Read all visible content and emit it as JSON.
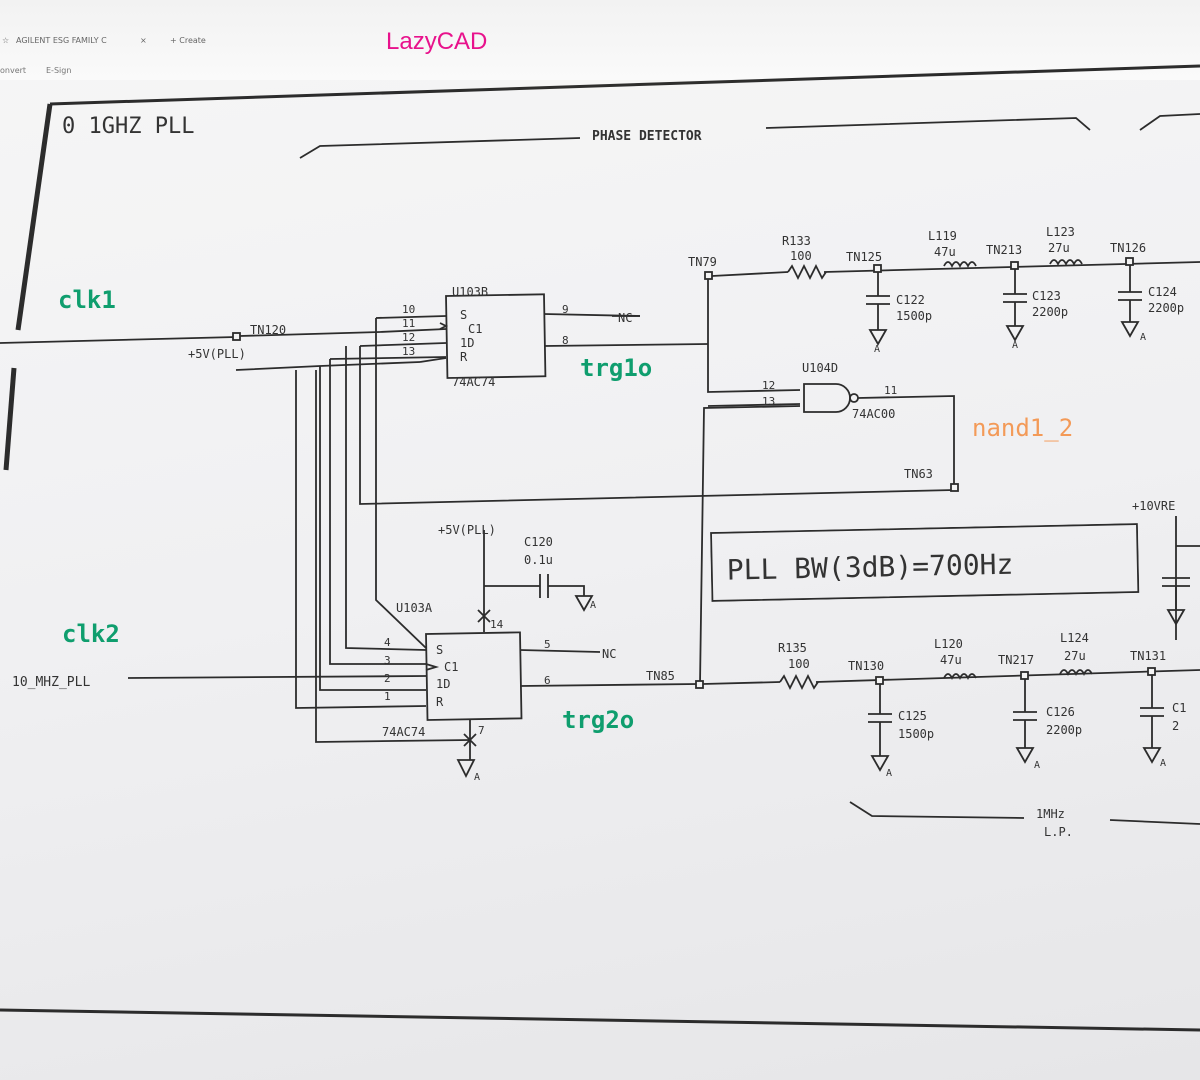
{
  "browser": {
    "tab_title": "AGILENT ESG FAMILY C",
    "tab_close": "×",
    "tab_new": "+ Create",
    "menu_items": [
      "onvert",
      "E-Sign"
    ]
  },
  "brand": "LazyCAD",
  "overlays": {
    "clk1": "clk1",
    "clk2": "clk2",
    "trg1o": "trg1o",
    "trg2o": "trg2o",
    "nand": "nand1_2"
  },
  "schematic": {
    "title": "0 1GHZ PLL",
    "phase_detector": "PHASE DETECTOR",
    "lowpass": [
      "1MHz",
      "L.P."
    ],
    "bw_note": "PLL BW(3dB)=700Hz",
    "vref": "+10VRE",
    "u103b": {
      "ref": "U103B",
      "part": "74AC74",
      "pins": [
        "10",
        "11",
        "12",
        "13",
        "9",
        "8"
      ],
      "pin_names": [
        "S",
        "C1",
        "1D",
        "R"
      ]
    },
    "u103a": {
      "ref": "U103A",
      "part": "74AC74",
      "pins": [
        "4",
        "3",
        "2",
        "1",
        "5",
        "6",
        "14",
        "7"
      ],
      "pin_names": [
        "S",
        "C1",
        "1D",
        "R"
      ]
    },
    "u104d": {
      "ref": "U104D",
      "part": "74AC00",
      "pins": [
        "12",
        "13",
        "11"
      ]
    },
    "nets": {
      "tn120": "TN120",
      "vcc": "+5V(PLL)",
      "nc": "NC",
      "tn79": "TN79",
      "tn63": "TN63",
      "tn85": "TN85",
      "ref10mhz": "10_MHZ_PLL",
      "gnd": "A"
    },
    "top_chain": {
      "r": [
        "R133",
        "100"
      ],
      "tn1": "TN125",
      "c1": [
        "C122",
        "1500p"
      ],
      "l1": [
        "L119",
        "47u"
      ],
      "tn2": "TN213",
      "c2": [
        "C123",
        "2200p"
      ],
      "l2": [
        "L123",
        "27u"
      ],
      "tn3": "TN126",
      "c3": [
        "C124",
        "2200p"
      ]
    },
    "bottom_chain": {
      "r": [
        "R135",
        "100"
      ],
      "tn1": "TN130",
      "c1": [
        "C125",
        "1500p"
      ],
      "l1": [
        "L120",
        "47u"
      ],
      "tn2": "TN217",
      "c2": [
        "C126",
        "2200p"
      ],
      "l2": [
        "L124",
        "27u"
      ],
      "tn3": "TN131",
      "c3": [
        "C1",
        "2"
      ]
    },
    "decoupling": {
      "ref": "C120",
      "value": "0.1u"
    }
  }
}
